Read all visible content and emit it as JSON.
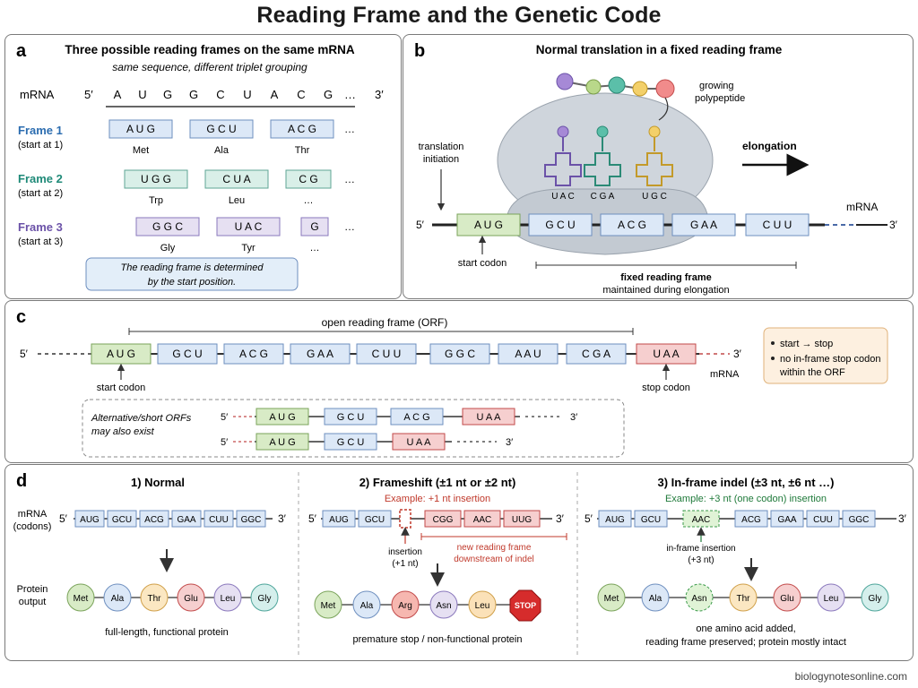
{
  "title": "Reading Frame and the Genetic Code",
  "panel_a": {
    "letter": "a",
    "heading": "Three possible reading frames on the same mRNA",
    "subheading": "same sequence, different triplet grouping",
    "mrna_label": "mRNA",
    "five_prime": "5′",
    "three_prime": "3′",
    "sequence": [
      "A",
      "U",
      "G",
      "G",
      "C",
      "U",
      "A",
      "C",
      "G"
    ],
    "ellipsis": "…",
    "frames": [
      {
        "name": "Frame 1",
        "start": "(start at 1)",
        "color": "#2c6db0",
        "codons": [
          "A U G",
          "G C U",
          "A C G"
        ],
        "aas": [
          "Met",
          "Ala",
          "Thr"
        ],
        "tail": "…"
      },
      {
        "name": "Frame 2",
        "start": "(start at 2)",
        "color": "#1f8a78",
        "codons": [
          "U G G",
          "C U A",
          "C G"
        ],
        "aas": [
          "Trp",
          "Leu",
          "…"
        ],
        "tail": "…"
      },
      {
        "name": "Frame 3",
        "start": "(start at 3)",
        "color": "#6b52a8",
        "codons": [
          "G G C",
          "U A C",
          "G"
        ],
        "aas": [
          "Gly",
          "Tyr",
          "…"
        ],
        "tail": "…"
      }
    ],
    "note_line1": "The reading frame is determined",
    "note_line2": "by the start position."
  },
  "panel_b": {
    "letter": "b",
    "heading": "Normal translation in a fixed reading frame",
    "growing_label_1": "growing",
    "growing_label_2": "polypeptide",
    "initiation_1": "translation",
    "initiation_2": "initiation",
    "elongation": "elongation",
    "mrna_label": "mRNA",
    "five_prime": "5′",
    "three_prime": "3′",
    "codons": [
      "A U G",
      "G C U",
      "A C G",
      "G A A",
      "C U U"
    ],
    "anticodons": [
      "U A C",
      "C G A",
      "U G C"
    ],
    "start_codon": "start codon",
    "fixed_1": "fixed reading frame",
    "fixed_2": "maintained during elongation"
  },
  "panel_c": {
    "letter": "c",
    "orf_label": "open reading frame (ORF)",
    "five_prime": "5′",
    "three_prime": "3′",
    "codons": [
      "A U G",
      "G C U",
      "A C G",
      "G A A",
      "C U U",
      "G G C",
      "A A U",
      "C G A",
      "U A A"
    ],
    "start_codon": "start codon",
    "stop_codon": "stop codon",
    "mrna_label": "mRNA",
    "bullet_1": "start → stop",
    "bullet_2a": "no in-frame stop codon",
    "bullet_2b": "within the ORF",
    "alt_1": "Alternative/short ORFs",
    "alt_2": "may also exist",
    "alt_row1": [
      "A U G",
      "G C U",
      "A C G",
      "U A A"
    ],
    "alt_row2": [
      "A U G",
      "G C U",
      "U A A"
    ]
  },
  "panel_d": {
    "letter": "d",
    "normal": {
      "heading": "1) Normal",
      "mrna_1": "mRNA",
      "mrna_2": "(codons)",
      "codons": [
        "AUG",
        "GCU",
        "ACG",
        "GAA",
        "CUU",
        "GGC"
      ],
      "protein_1": "Protein",
      "protein_2": "output",
      "aas": [
        "Met",
        "Ala",
        "Thr",
        "Glu",
        "Leu",
        "Gly"
      ],
      "caption": "full-length, functional protein"
    },
    "frameshift": {
      "heading": "2) Frameshift (±1 nt or ±2 nt)",
      "example": "Example:  +1 nt insertion",
      "codons_before": [
        "AUG",
        "GCU"
      ],
      "codons_after": [
        "CGG",
        "AAC",
        "UUG"
      ],
      "insertion_1": "insertion",
      "insertion_2": "(+1 nt)",
      "new_frame_1": "new reading frame",
      "new_frame_2": "downstream of indel",
      "aas": [
        "Met",
        "Ala",
        "Arg",
        "Asn",
        "Leu"
      ],
      "stop": "STOP",
      "caption": "premature stop / non-functional protein"
    },
    "inframe": {
      "heading": "3) In-frame indel (±3 nt, ±6 nt …)",
      "example": "Example:  +3 nt (one codon) insertion",
      "codons_before": [
        "AUG",
        "GCU"
      ],
      "inserted": "AAC",
      "codons_after": [
        "ACG",
        "GAA",
        "CUU",
        "GGC"
      ],
      "insertion_1": "in-frame insertion",
      "insertion_2": "(+3 nt)",
      "aas": [
        "Met",
        "Ala",
        "Asn",
        "Thr",
        "Glu",
        "Leu",
        "Gly"
      ],
      "caption_1": "one amino acid added,",
      "caption_2": "reading frame preserved; protein mostly intact"
    }
  },
  "watermark": "biologynotesonline.com"
}
